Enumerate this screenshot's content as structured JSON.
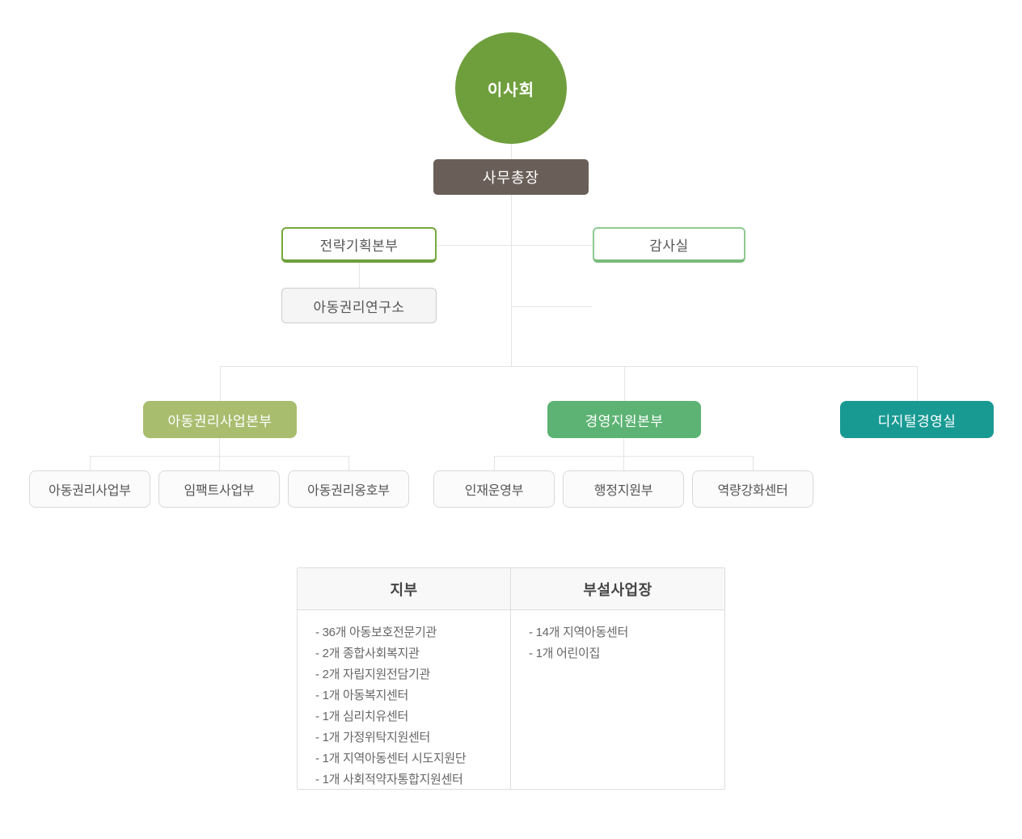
{
  "org_chart": {
    "connector_color": "#e4e4e4",
    "board": {
      "label": "이사회",
      "bg": "#6f9f3d"
    },
    "secretary_general": {
      "label": "사무총장",
      "bg": "#6a5f58"
    },
    "strategic_planning_hq": {
      "label": "전략기획본부",
      "border": "#76a83f",
      "border_bottom": "#6f9e3c"
    },
    "audit_office": {
      "label": "감사실",
      "border": "#8fca91",
      "border_bottom": "#7abc7d"
    },
    "research_institute": {
      "label": "아동권리연구소",
      "bg": "#f5f5f5"
    },
    "hq_row": [
      {
        "label": "아동권리사업본부",
        "bg": "#a9bd6f"
      },
      {
        "label": "경영지원본부",
        "bg": "#5db374"
      },
      {
        "label": "디지털경영실",
        "bg": "#189a93"
      }
    ],
    "departments": [
      "아동권리사업부",
      "임팩트사업부",
      "아동권리옹호부",
      "인재운영부",
      "행정지원부",
      "역량강화센터"
    ]
  },
  "table": {
    "columns": [
      {
        "header": "지부",
        "items": [
          "- 36개 아동보호전문기관",
          "- 2개 종합사회복지관",
          "- 2개 자립지원전담기관",
          "- 1개 아동복지센터",
          "- 1개 심리치유센터",
          "- 1개 가정위탁지원센터",
          "- 1개 지역아동센터 시도지원단",
          "- 1개 사회적약자통합지원센터"
        ]
      },
      {
        "header": "부설사업장",
        "items": [
          "- 14개 지역아동센터",
          "- 1개 어린이집"
        ]
      }
    ]
  }
}
